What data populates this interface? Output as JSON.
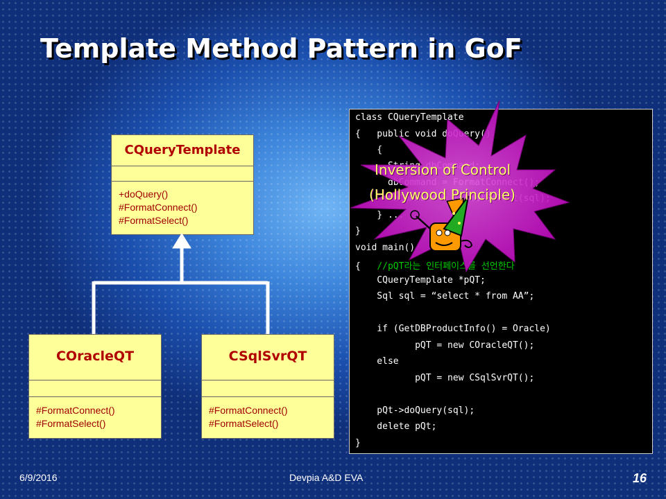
{
  "slide": {
    "title": "Template Method Pattern in GoF",
    "footer_date": "6/9/2016",
    "footer_center": "Devpia A&D EVA",
    "page_number": "16"
  },
  "diagram": {
    "base_class": {
      "name": "CQueryTemplate",
      "operations": [
        "+doQuery()",
        "#FormatConnect()",
        "#FormatSelect()"
      ]
    },
    "subclasses": [
      {
        "name": "COracleQT",
        "operations": [
          "#FormatConnect()",
          "#FormatSelect()"
        ]
      },
      {
        "name": "CSqlSvrQT",
        "operations": [
          "#FormatConnect()",
          "#FormatSelect()"
        ]
      }
    ]
  },
  "callout": {
    "line1": "Inversion of Control",
    "line2": "(Hollywood Principle)",
    "fill_color": "#cc00cc"
  },
  "code": {
    "lines": [
      "class CQueryTemplate",
      "{   public void doQuery()",
      "    {",
      "      String dbCommand;",
      "      dbCommand = FormatConnect();",
      "      dbCommand = FormatSelect(sql);",
      "    } ...",
      "}",
      "void main()",
      "{   //pQT라는 인터페이스를 선언한다",
      "    CQueryTemplate *pQT;",
      "    Sql sql = “select * from AA”;",
      "",
      "    if (GetDBProductInfo() = Oracle)",
      "           pQT = new COracleQT();",
      "    else",
      "           pQT = new CSqlSvrQT();",
      "",
      "    pQt->doQuery(sql);",
      "    delete pQt;",
      "}"
    ]
  }
}
